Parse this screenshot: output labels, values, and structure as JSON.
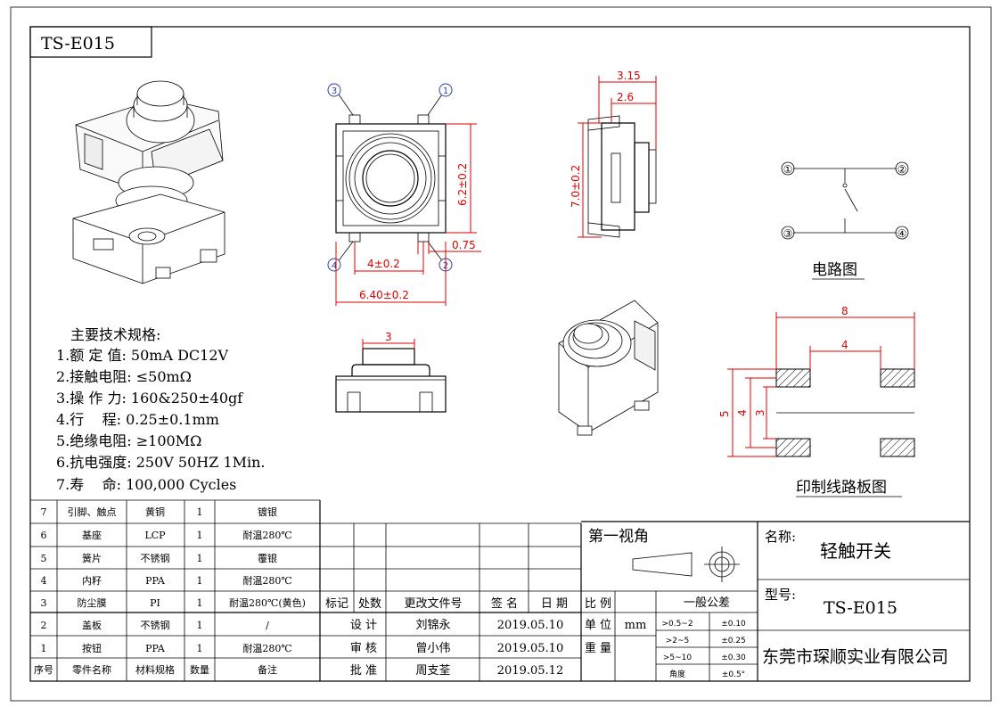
{
  "title_box": "TS-E015",
  "dims": {
    "top_w": "3.15",
    "top_w2": "2.6",
    "side_h": "7.0±0.2",
    "body_h": "6.2±0.2",
    "pin_w": "0.75",
    "pitch": "4±0.2",
    "body_w": "6.40±0.2",
    "cap_w": "3",
    "pcb_w": "8",
    "pcb_w2": "4",
    "pcb_h": "5",
    "pcb_h2": "4",
    "pcb_h3": "3"
  },
  "pins": [
    "①",
    "②",
    "③",
    "④"
  ],
  "pin_small": [
    "3",
    "1",
    "4",
    "2"
  ],
  "circuit_label": "电路图",
  "pcb_label": "印制线路板图",
  "spec_title": "主要技术规格:",
  "specs": [
    "1.额 定 值: 50mA DC12V",
    "2.接触电阻: ≤50mΩ",
    "3.操 作 力: 160&250±40gf",
    "4.行    程: 0.25±0.1mm",
    "5.绝缘电阻: ≥100MΩ",
    "6.抗电强度: 250V 50HZ 1Min.",
    "7.寿    命: 100,000 Cycles"
  ],
  "bom_rows": [
    [
      "7",
      "引脚、触点",
      "黄铜",
      "1",
      "镀银"
    ],
    [
      "6",
      "基座",
      "LCP",
      "1",
      "耐温280℃"
    ],
    [
      "5",
      "簧片",
      "不锈钢",
      "1",
      "覆银"
    ],
    [
      "4",
      "内籽",
      "PPA",
      "1",
      "耐温280℃"
    ],
    [
      "3",
      "防尘膜",
      "PI",
      "1",
      "耐温280℃(黄色)"
    ],
    [
      "2",
      "盖板",
      "不锈钢",
      "1",
      "/"
    ],
    [
      "1",
      "按钮",
      "PPA",
      "1",
      "耐温280℃"
    ]
  ],
  "bom_header": [
    "序号",
    "零件名称",
    "材料规格",
    "数量",
    "备注"
  ],
  "rev_header": [
    "标记",
    "处数",
    "更改文件号",
    "签 名",
    "日 期"
  ],
  "sign_rows": [
    [
      "设 计",
      "刘锦永",
      "2019.05.10"
    ],
    [
      "审 核",
      "曾小伟",
      "2019.05.10"
    ],
    [
      "批 准",
      "周支荃",
      "2019.05.12"
    ]
  ],
  "projection": "第一视角",
  "ratio_label": "比 例",
  "unit_label": "单 位",
  "unit_value": "mm",
  "weight_label": "重 量",
  "tolerance_title": "一般公差",
  "tolerances": [
    [
      ">0.5~2",
      "±0.10"
    ],
    [
      ">2~5",
      "±0.25"
    ],
    [
      ">5~10",
      "±0.30"
    ],
    [
      "角度",
      "±0.5°"
    ]
  ],
  "name_label": "名称:",
  "name_value": "轻触开关",
  "model_label": "型号:",
  "model_value": "TS-E015",
  "company": "东莞市琛顺实业有限公司"
}
